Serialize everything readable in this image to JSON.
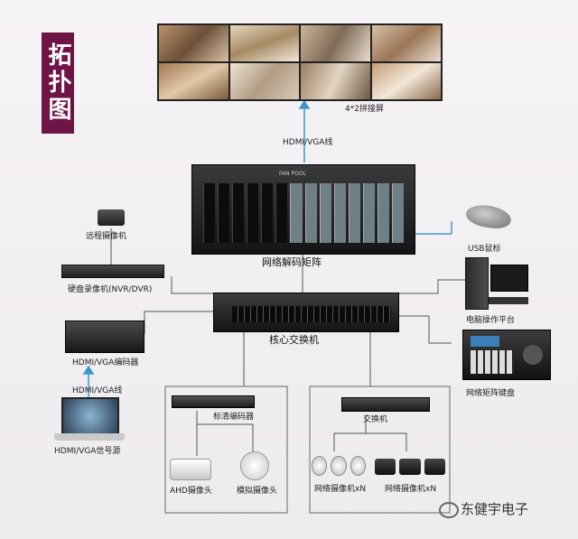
{
  "title": "拓扑图",
  "labels": {
    "video_wall": "4*2拼接屏",
    "hdmi_vga_line_top": "HDMI/VGA线",
    "matrix": "网络解码矩阵",
    "matrix_fan": "FAN POOL",
    "usb_mouse": "USB鼠标",
    "remote_camera": "远程摄像机",
    "dvr": "硬盘录像机(NVR/DVR)",
    "pc": "电脑操作平台",
    "core_switch": "核心交换机",
    "hdmi_encoder": "HDMI/VGA编码器",
    "keyboard": "网络矩阵键盘",
    "hdmi_vga_line_mid": "HDMI/VGA线",
    "hd_encoder": "标清编码器",
    "access_switch": "交换机",
    "signal_source": "HDMI/VGA信号源",
    "ahd_camera": "AHD摄像头",
    "analog_camera": "模拟摄像头",
    "net_camera_1": "网络摄像机xN",
    "net_camera_2": "网络摄像机xN",
    "watermark": "东健宇电子"
  },
  "colors": {
    "title_bg": "#6f1447",
    "line": "#555555",
    "signal_line": "#3f97c8",
    "device_dark": "#1c1c1c"
  }
}
